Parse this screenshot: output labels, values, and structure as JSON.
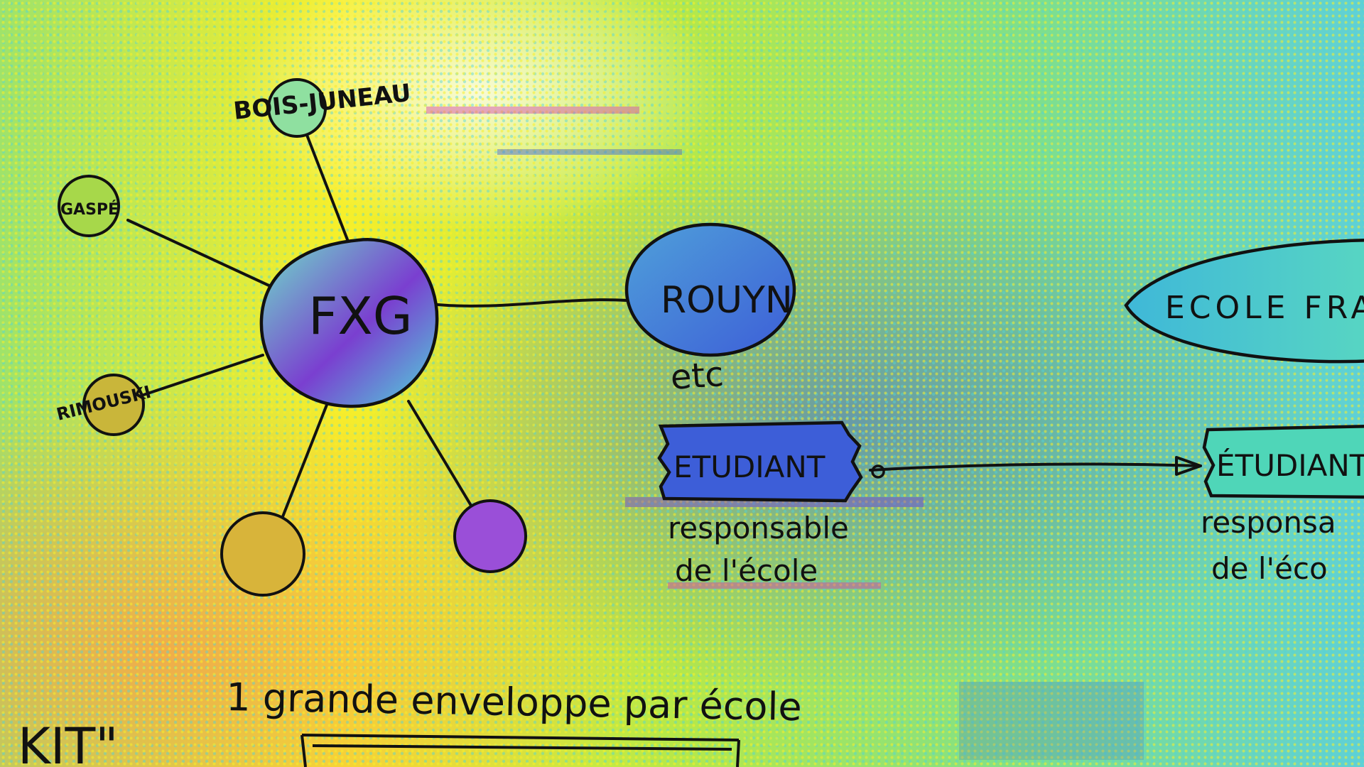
{
  "palette": {
    "yellow": "#f7ef2a",
    "green": "#9fe36a",
    "cyan": "#4fd6d9",
    "blue": "#3d5ed8",
    "purple": "#7a3fd0",
    "magenta": "#d23fb1",
    "orange": "#f7a24a",
    "olive": "#c9b63a",
    "ink": "#111111"
  },
  "hub": {
    "label": "FXG"
  },
  "satellites": [
    {
      "label": "BOIS-JUNEAU"
    },
    {
      "label": "GASPÉ"
    },
    {
      "label": "RIMOUSKI"
    },
    {
      "label": ""
    },
    {
      "label": ""
    }
  ],
  "rouyn": {
    "label": "ROUYN",
    "note": "etc"
  },
  "ecole": {
    "label": "ECOLE FRA"
  },
  "etudiant_left": {
    "label": "ETUDIANT",
    "caption_line1": "responsable",
    "caption_line2": "de l'école"
  },
  "etudiant_right": {
    "label": "ÉTUDIANT",
    "caption_line1": "responsa",
    "caption_line2": "de l'éco"
  },
  "bottom": {
    "kit": "KIT\"",
    "enveloppe": "1 grande enveloppe par école"
  }
}
